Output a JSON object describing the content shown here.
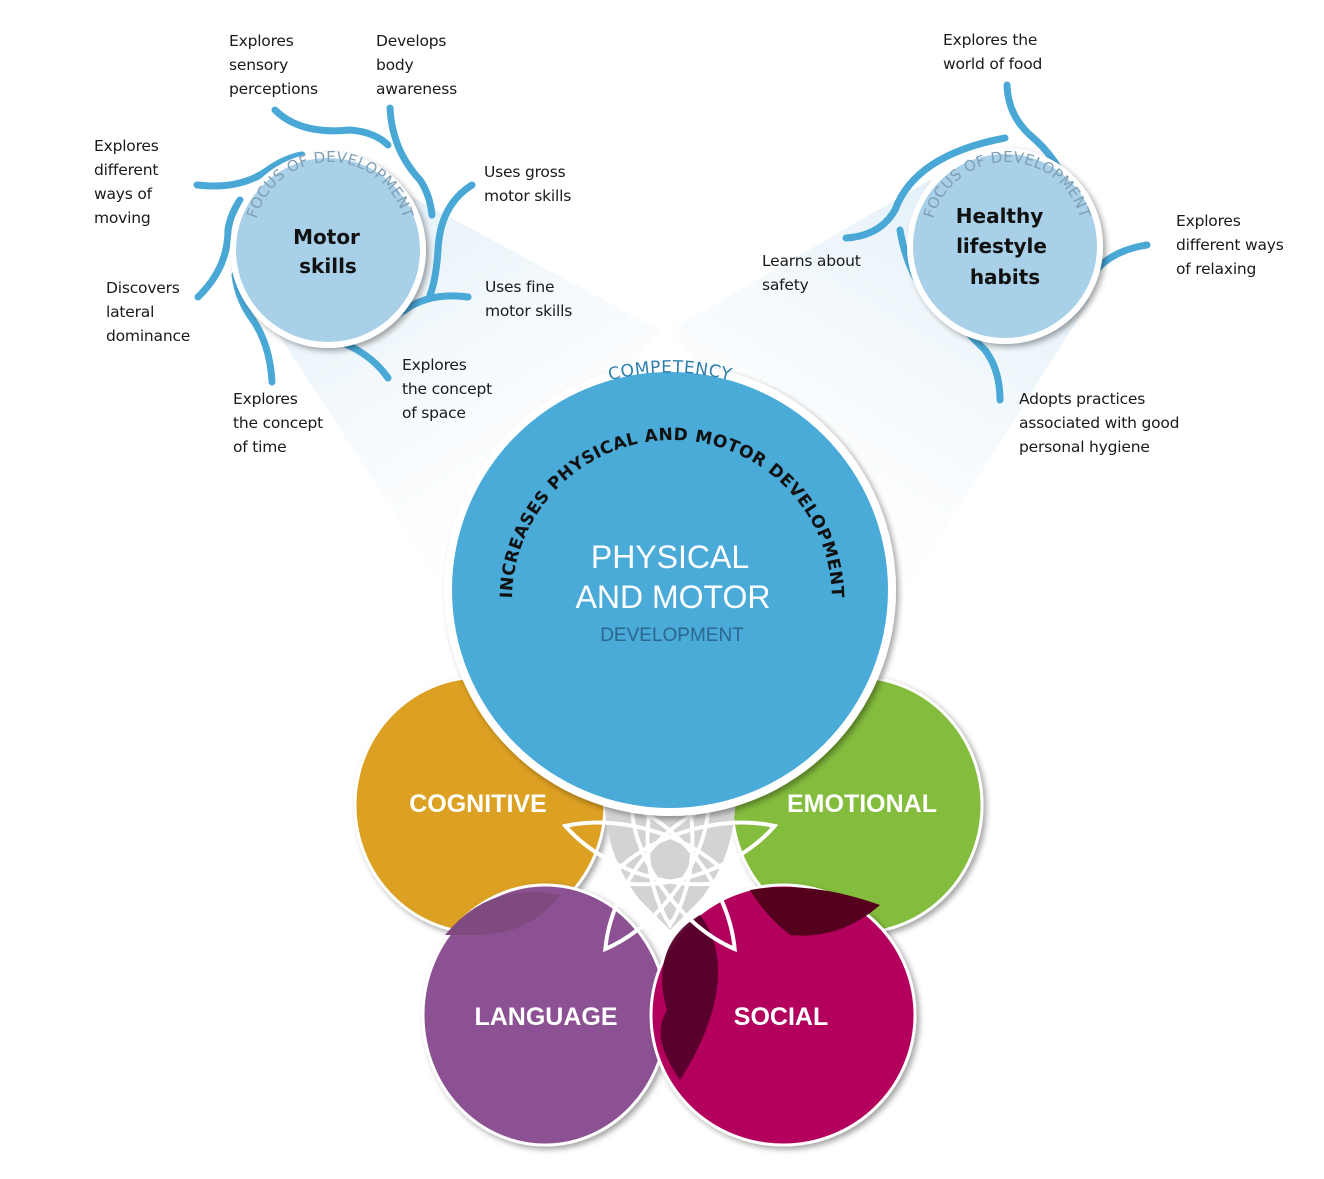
{
  "colors": {
    "competency_blue": "#4aaad8",
    "focus_blue": "#a8d0e8",
    "tendril_blue": "#4aa8d6",
    "cognitive": "#dca023",
    "emotional": "#84bc3d",
    "language": "#8c5192",
    "social": "#b3005b",
    "center_gray": "#d3d3d3"
  },
  "competency": {
    "ring_label": "COMPETENCY",
    "arc_label": "INCREASES PHYSICAL AND MOTOR DEVELOPMENT",
    "title_line1": "PHYSICAL",
    "title_line2": "AND MOTOR",
    "subtitle": "DEVELOPMENT"
  },
  "focus_areas": [
    {
      "ring_label": "FOCUS OF DEVELOPMENT",
      "title_lines": [
        "Motor",
        "skills"
      ],
      "items": [
        {
          "lines": [
            "Explores",
            "sensory",
            "perceptions"
          ]
        },
        {
          "lines": [
            "Develops",
            "body",
            "awareness"
          ]
        },
        {
          "lines": [
            "Uses gross",
            "motor skills"
          ]
        },
        {
          "lines": [
            "Uses fine",
            "motor skills"
          ]
        },
        {
          "lines": [
            "Explores",
            "the concept",
            "of space"
          ]
        },
        {
          "lines": [
            "Explores",
            "the concept",
            "of time"
          ]
        },
        {
          "lines": [
            "Discovers",
            "lateral",
            "dominance"
          ]
        },
        {
          "lines": [
            "Explores",
            "different",
            "ways of",
            "moving"
          ]
        }
      ]
    },
    {
      "ring_label": "FOCUS OF DEVELOPMENT",
      "title_lines": [
        "Healthy",
        "lifestyle",
        "habits"
      ],
      "items": [
        {
          "lines": [
            "Explores the",
            "world of food"
          ]
        },
        {
          "lines": [
            "Explores",
            "different ways",
            "of relaxing"
          ]
        },
        {
          "lines": [
            "Adopts practices",
            "associated with good",
            "personal hygiene"
          ]
        },
        {
          "lines": [
            "Learns about",
            "safety"
          ]
        }
      ]
    }
  ],
  "domains": [
    {
      "label": "COGNITIVE"
    },
    {
      "label": "EMOTIONAL"
    },
    {
      "label": "LANGUAGE"
    },
    {
      "label": "SOCIAL"
    }
  ]
}
